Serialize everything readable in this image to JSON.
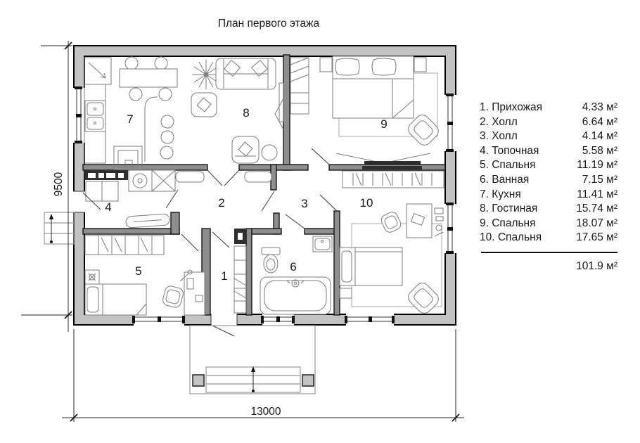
{
  "title": "План первого этажа",
  "plan": {
    "room_numbers": [
      "1",
      "2",
      "3",
      "4",
      "5",
      "6",
      "7",
      "8",
      "9",
      "10"
    ],
    "dimension_width": "13000",
    "dimension_height": "9500"
  },
  "legend": {
    "items": [
      {
        "label": "1. Прихожая",
        "area": "4.33 м²"
      },
      {
        "label": "2. Холл",
        "area": "6.64 м²"
      },
      {
        "label": "3. Холл",
        "area": "4.14 м²"
      },
      {
        "label": "4. Топочная",
        "area": "5.58 м²"
      },
      {
        "label": "5. Спальня",
        "area": "11.19 м²"
      },
      {
        "label": "6. Ванная",
        "area": "7.15 м²"
      },
      {
        "label": "7. Кухня",
        "area": "11.41 м²"
      },
      {
        "label": "8. Гостиная",
        "area": "15.74 м²"
      },
      {
        "label": "9. Спальня",
        "area": "18.07 м²"
      },
      {
        "label": "10. Спальня",
        "area": "17.65 м²"
      }
    ],
    "total": "101.9 м²"
  }
}
